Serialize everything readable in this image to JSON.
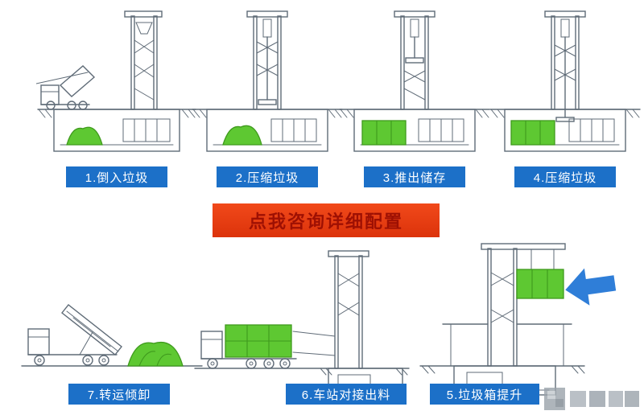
{
  "banner": {
    "label": "点我咨询详细配置",
    "bg_color": "#e8390d",
    "text_color": "#9e1003"
  },
  "steps": [
    {
      "num": 1,
      "label": "1.倒入垃圾"
    },
    {
      "num": 2,
      "label": "2.压缩垃圾"
    },
    {
      "num": 3,
      "label": "3.推出储存"
    },
    {
      "num": 4,
      "label": "4.压缩垃圾"
    },
    {
      "num": 5,
      "label": "5.垃圾箱提升"
    },
    {
      "num": 6,
      "label": "6.车站对接出料"
    },
    {
      "num": 7,
      "label": "7.转运倾卸"
    }
  ],
  "colors": {
    "label_bg": "#1c70c8",
    "label_text": "#ffffff",
    "highlight_green": "#5ec832",
    "arrow_blue": "#2f7ed8",
    "drawing_line": "#5f6b77"
  }
}
